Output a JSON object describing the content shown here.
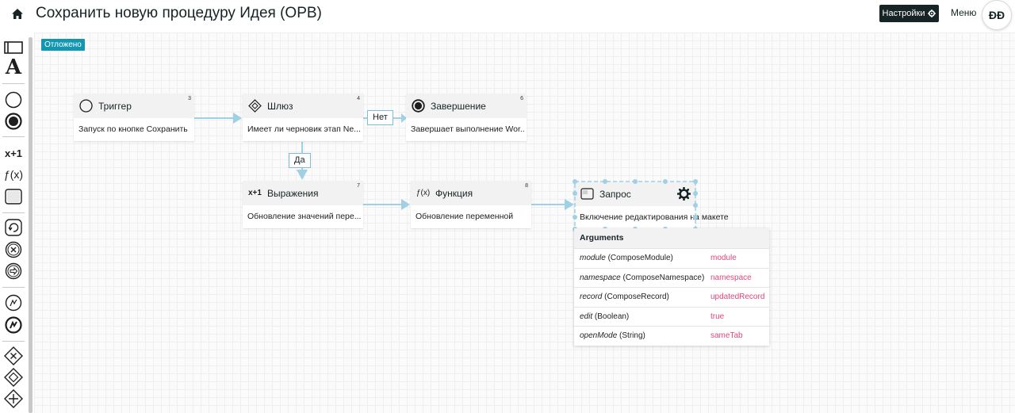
{
  "header": {
    "title": "Сохранить новую процедуру Идея (ОРВ)",
    "settings_label": "Настройки",
    "menu_label": "Меню",
    "avatar_initials": "ĐĐ"
  },
  "canvas": {
    "status_badge": "Отложено"
  },
  "nodes": {
    "trigger": {
      "title": "Триггер",
      "num": "3",
      "desc": "Запуск по кнопке Сохранить"
    },
    "gateway": {
      "title": "Шлюз",
      "num": "4",
      "desc": "Имеет ли черновик этап Ne..."
    },
    "end": {
      "title": "Завершение",
      "num": "6",
      "desc": "Завершает выполнение Wor..."
    },
    "expressions": {
      "title": "Выражения",
      "num": "7",
      "desc": "Обновление значений пере..."
    },
    "function": {
      "title": "Функция",
      "num": "8",
      "desc": "Обновление переменной"
    },
    "prompt": {
      "title": "Запрос",
      "desc": "Включение редактирования на макете"
    }
  },
  "edges": {
    "no_label": "Нет",
    "yes_label": "Да"
  },
  "arguments": {
    "title": "Arguments",
    "rows": [
      {
        "name": "module",
        "type": "(ComposeModule)",
        "value": "module"
      },
      {
        "name": "namespace",
        "type": "(ComposeNamespace)",
        "value": "namespace"
      },
      {
        "name": "record",
        "type": "(ComposeRecord)",
        "value": "updatedRecord"
      },
      {
        "name": "edit",
        "type": "(Boolean)",
        "value": "true"
      },
      {
        "name": "openMode",
        "type": "(String)",
        "value": "sameTab"
      }
    ]
  },
  "icons": {
    "home": "home-icon",
    "settings": "gear-icon",
    "expression_glyph": "x+1",
    "function_glyph": "ƒ(x)"
  },
  "colors": {
    "header_dark": "#162425",
    "accent": "#1397b1",
    "connector": "#9fd0e6",
    "argument_value": "#e0457b"
  }
}
